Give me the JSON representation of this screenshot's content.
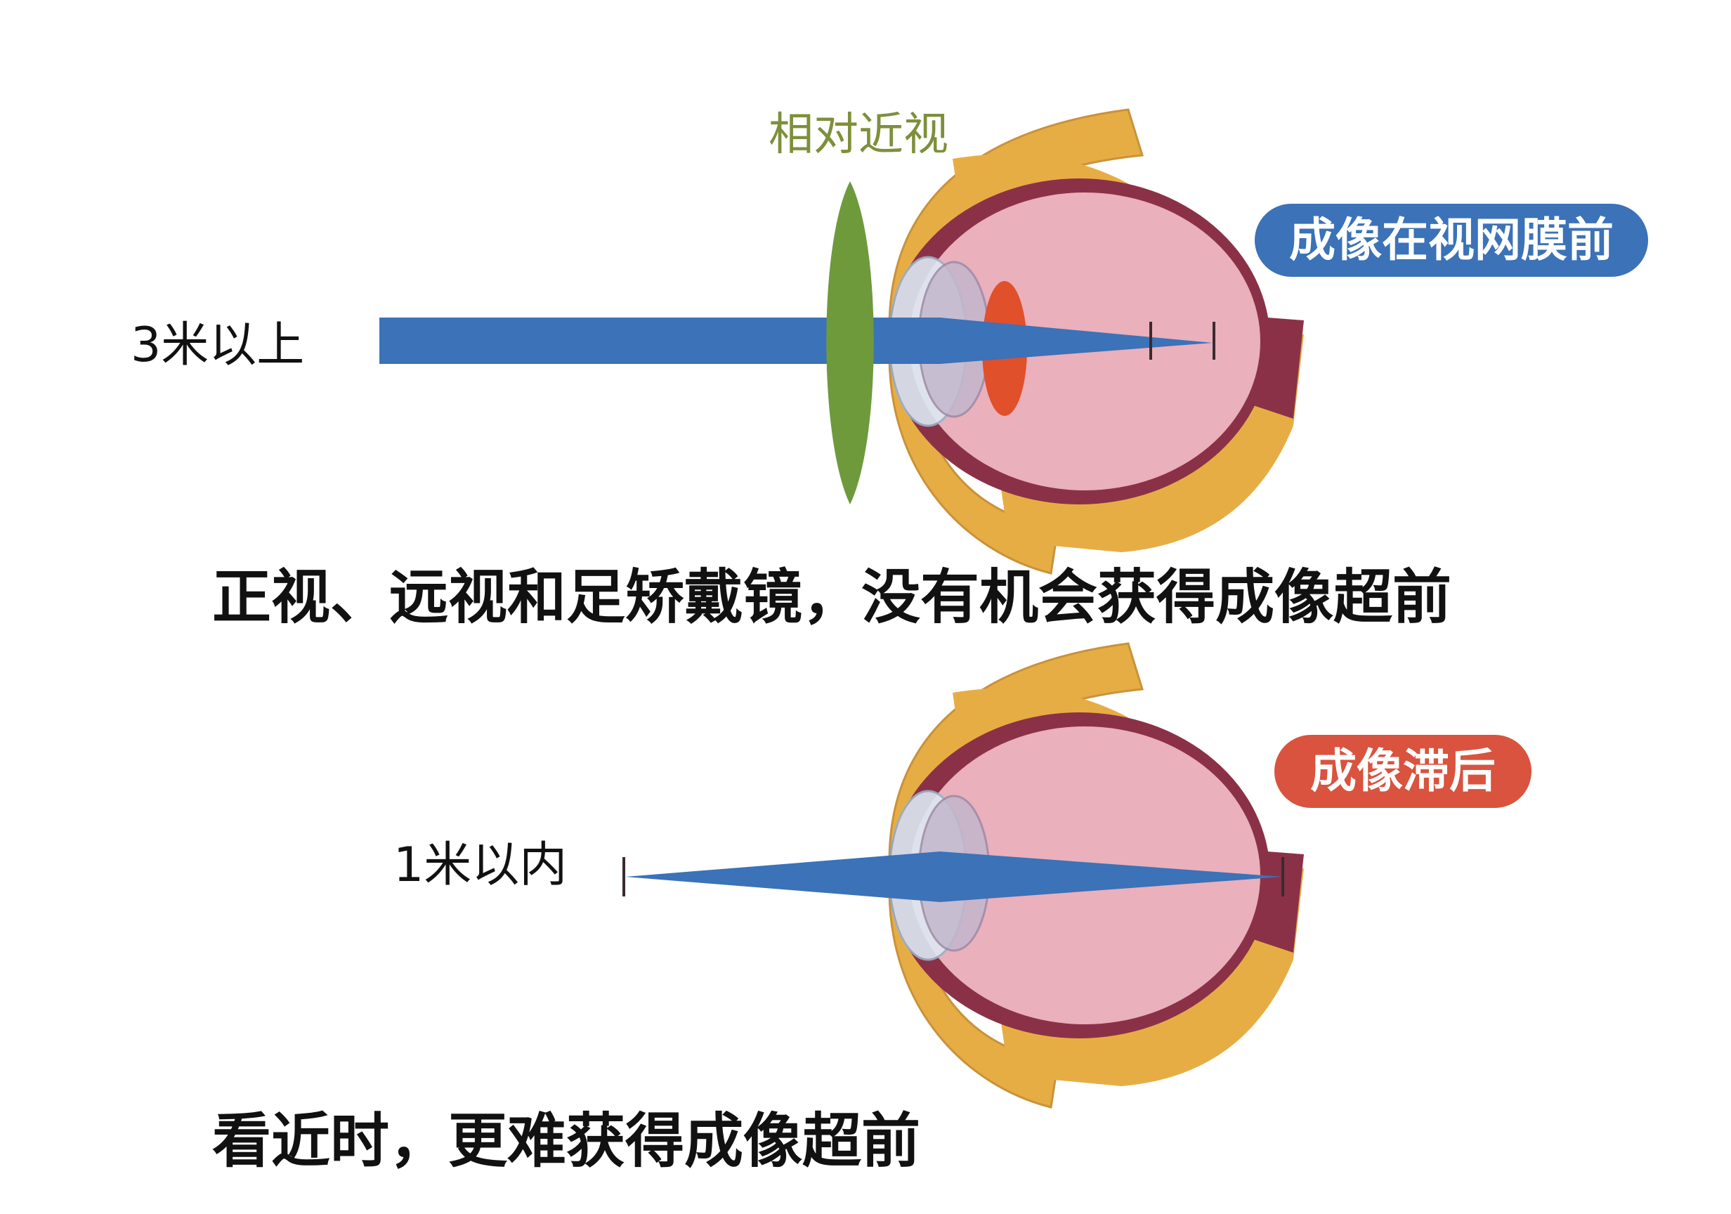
{
  "top": {
    "distance_label": "3米以上",
    "lens_label": "相对近视",
    "badge": "成像在视网膜前",
    "caption": "正视、远视和足矫戴镜，没有机会获得成像超前"
  },
  "bottom": {
    "distance_label": "1米以内",
    "badge": "成像滞后",
    "caption": "看近时，更难获得成像超前"
  },
  "colors": {
    "ray": "#3b72b8",
    "lens": "#6e9a3c",
    "lens_label": "#7e8f3b",
    "badge_front": "#3b72b8",
    "badge_behind": "#d9533e",
    "eyelid": "#e7ad45",
    "sclera": "#8b3147",
    "vitreous": "#eab0bb",
    "focus_spot": "#e0502a"
  },
  "icons": [
    "eye-cross-section-icon",
    "convex-lens-icon",
    "eye-cross-section-icon"
  ]
}
